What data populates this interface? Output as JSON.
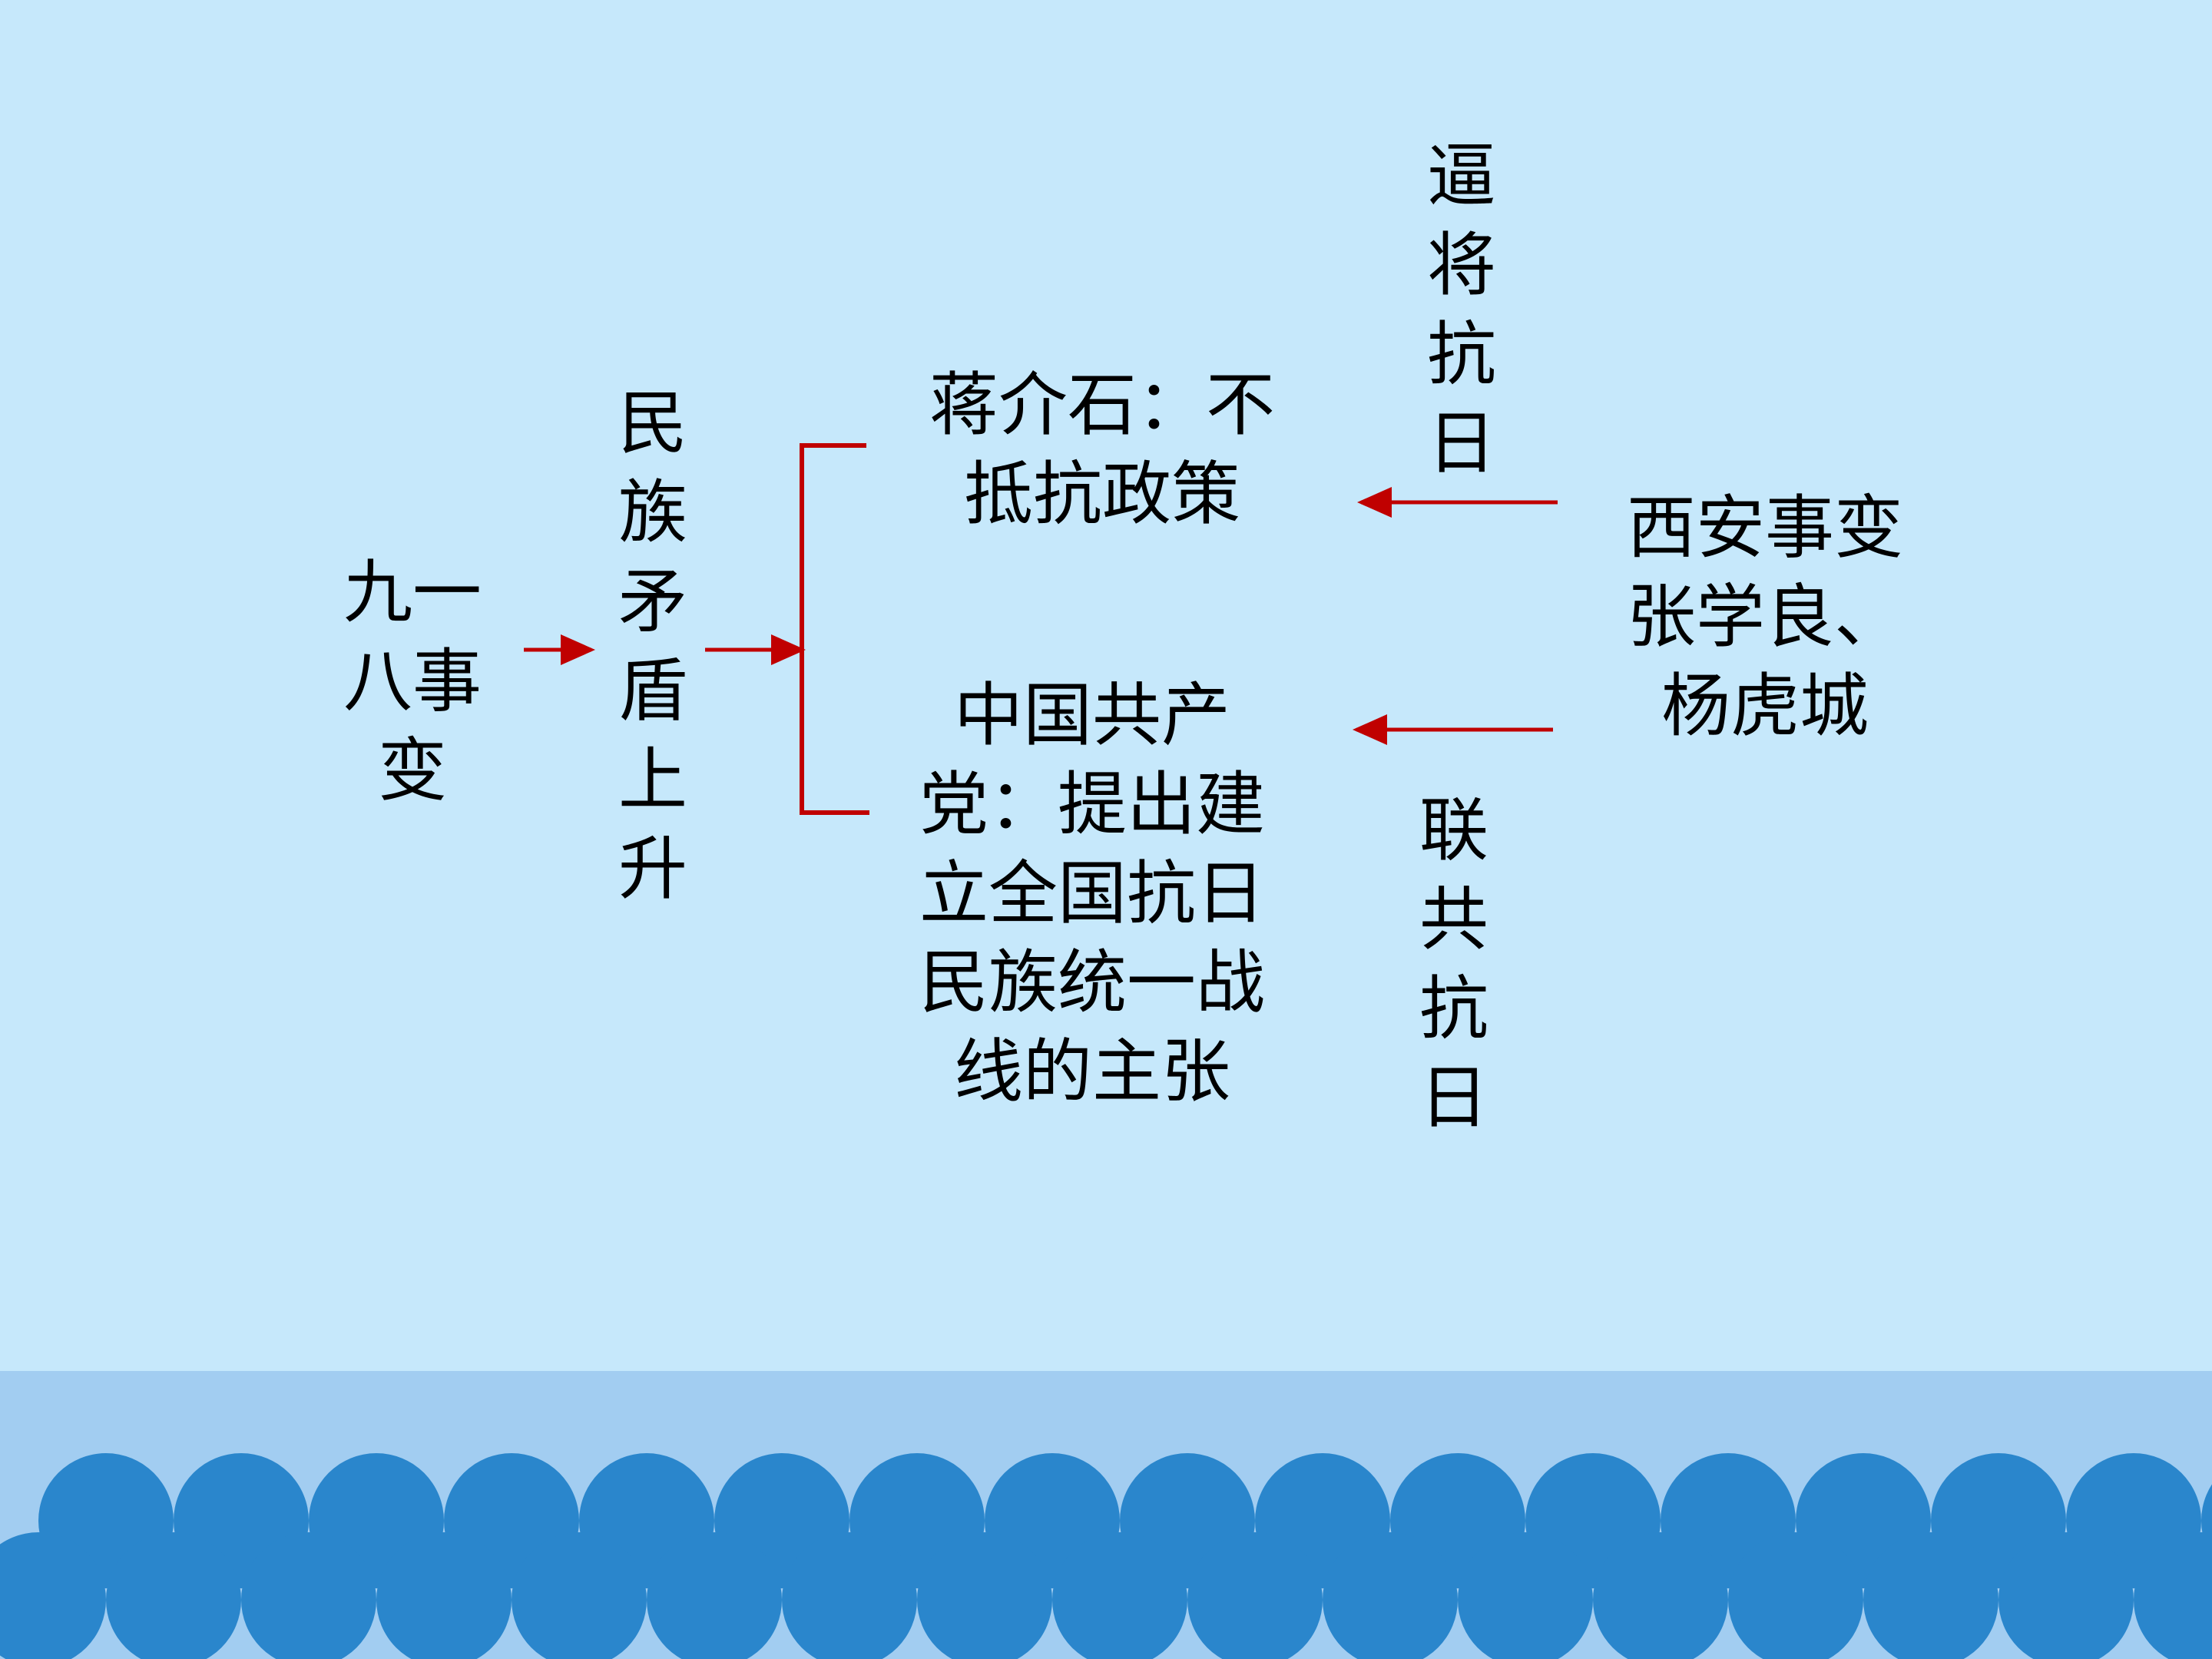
{
  "nodes": {
    "incident": "九一八事变",
    "conflict": "民族矛盾上升",
    "kmt": "蒋介石：不抵抗政策",
    "ccp": "中国共产党：提出建立全国抗日民族统一战线的主张",
    "xian": "西安事变张学良、杨虎城"
  },
  "edge_labels": {
    "force_resist": "逼将抗日",
    "unite_resist": "联共抗日"
  },
  "colors": {
    "background": "#c6e8fb",
    "band": "#a2cdf1",
    "wave": "#2a86cc",
    "connector": "#c00000"
  }
}
